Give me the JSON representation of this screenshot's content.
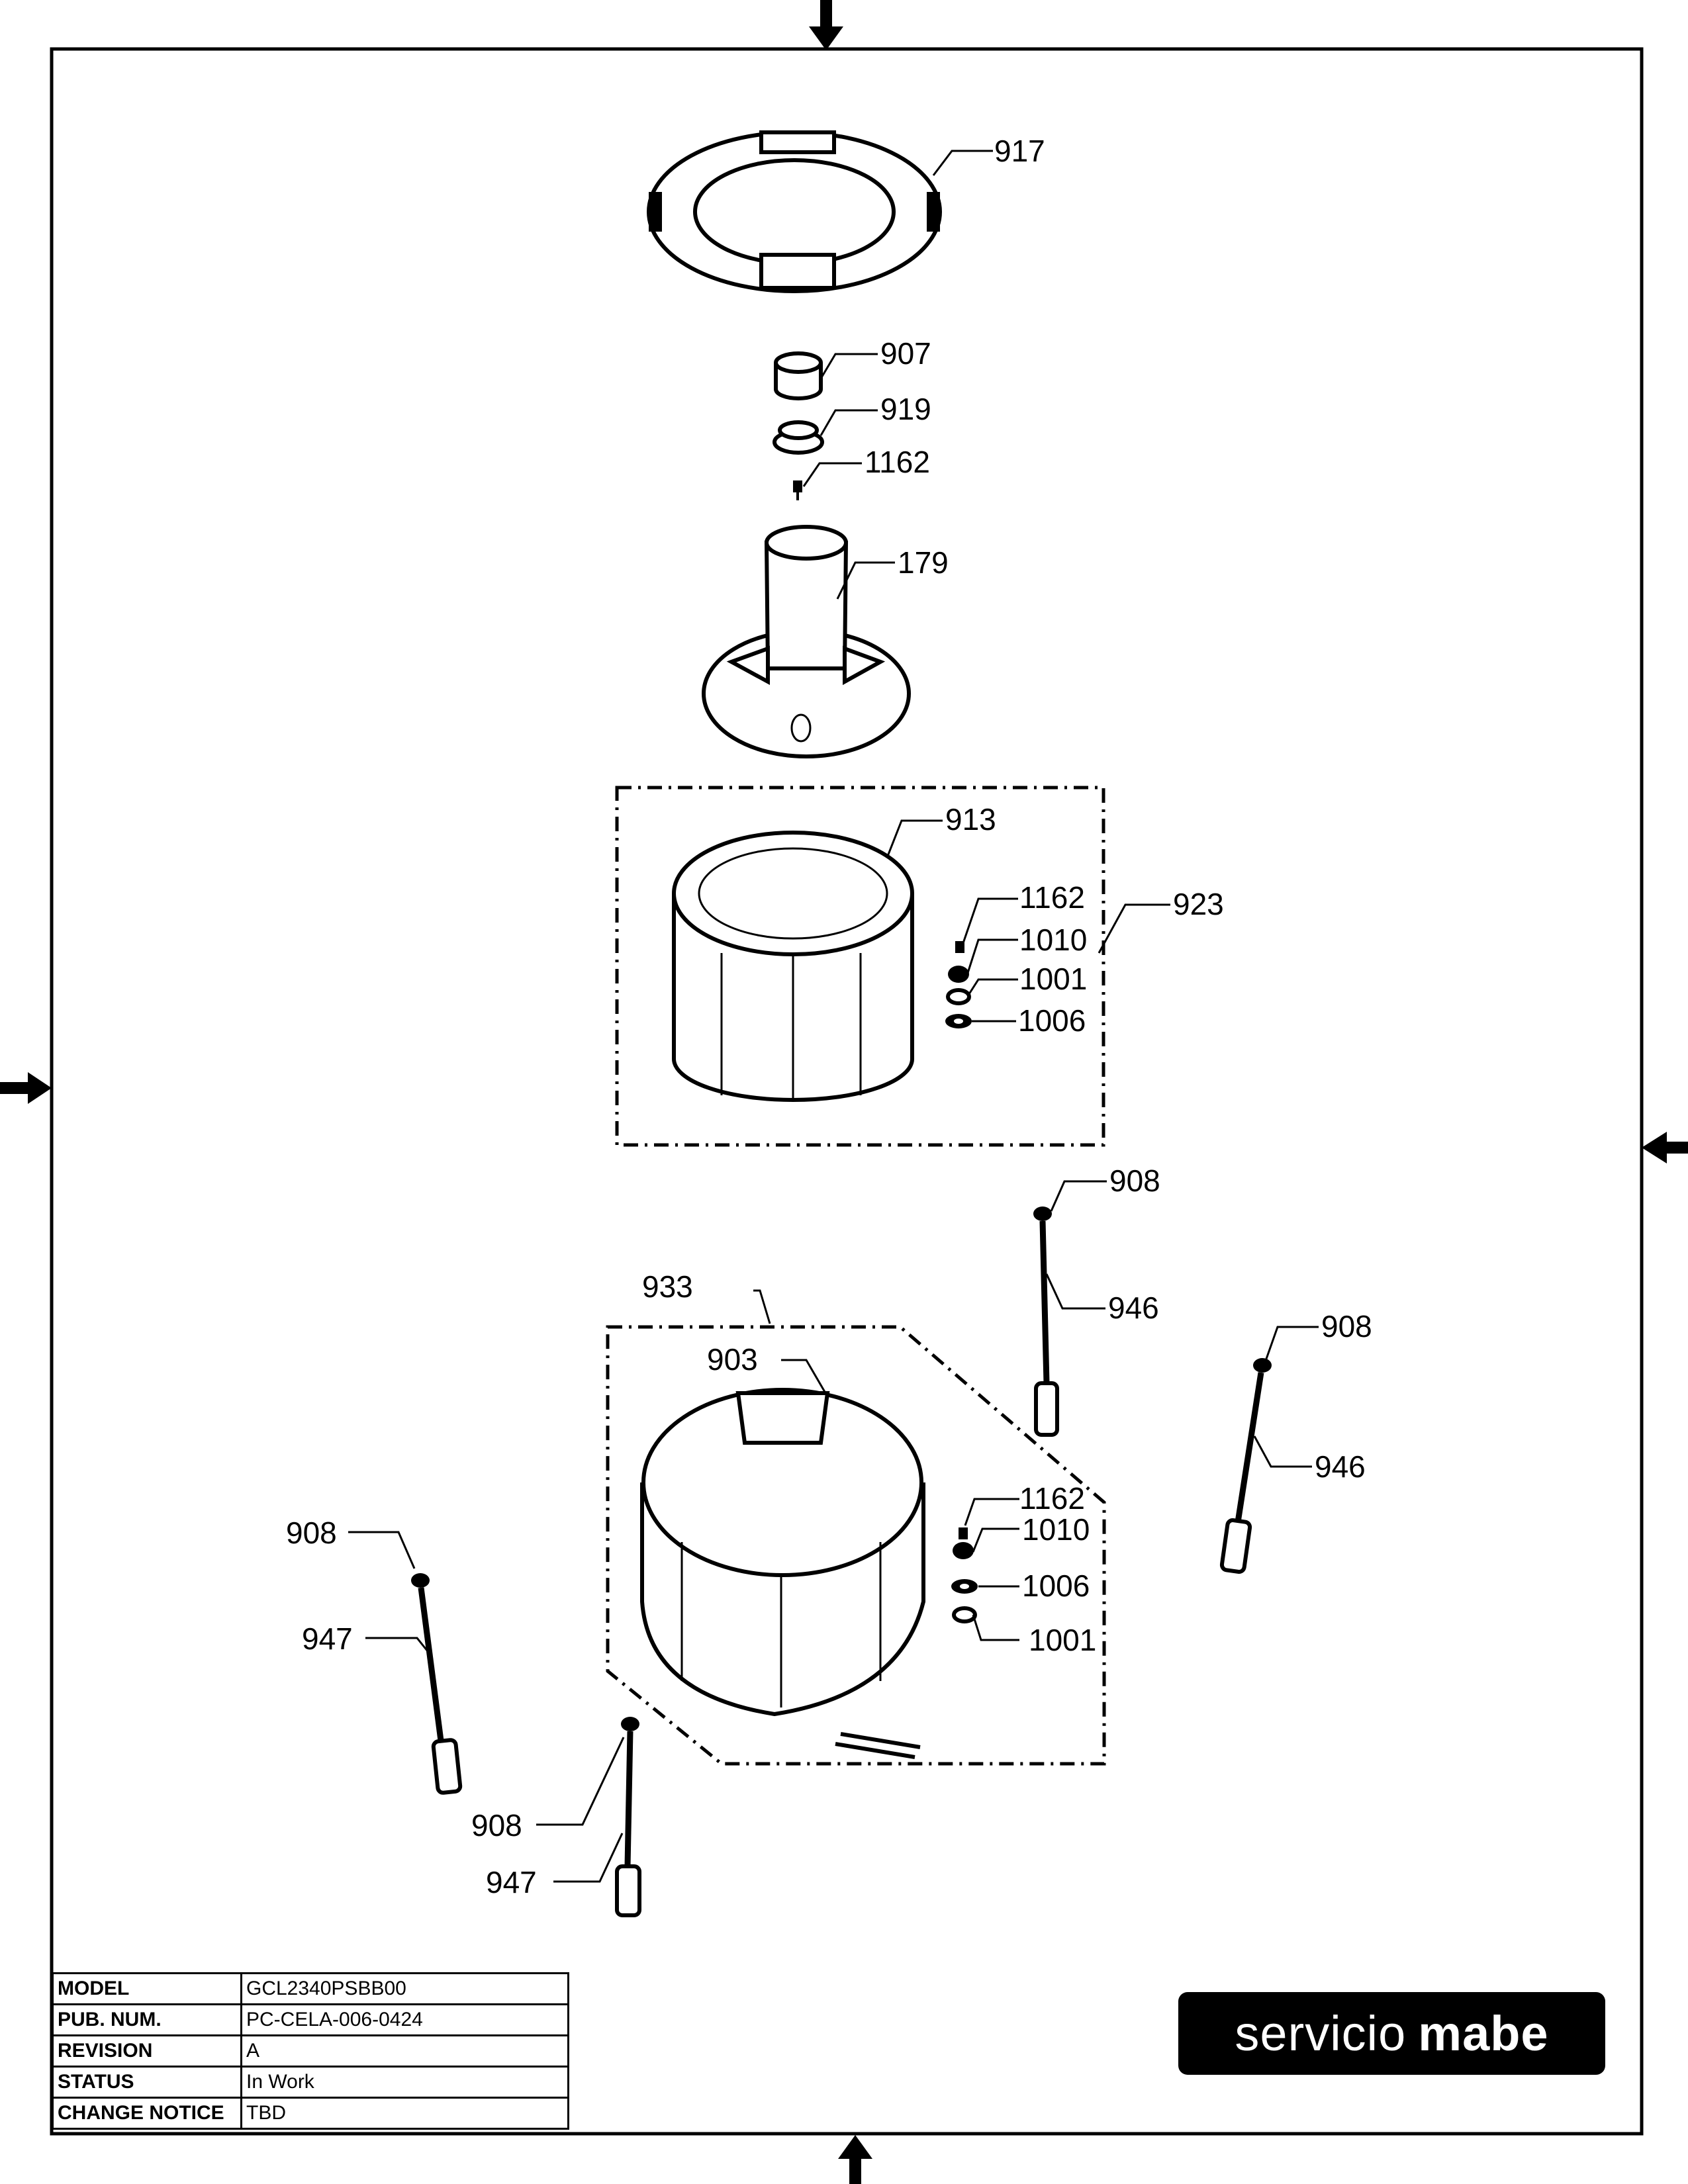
{
  "diagram": {
    "callouts": {
      "p917": "917",
      "p907": "907",
      "p919": "919",
      "p1162a": "1162",
      "p179": "179",
      "p913": "913",
      "p1162b": "1162",
      "p1010a": "1010",
      "p923": "923",
      "p1001a": "1001",
      "p1006a": "1006",
      "p908a": "908",
      "p946a": "946",
      "p933": "933",
      "p903": "903",
      "p908b": "908",
      "p946b": "946",
      "p1162c": "1162",
      "p1010b": "1010",
      "p1006b": "1006",
      "p1001b": "1001",
      "p908c": "908",
      "p947a": "947",
      "p908d": "908",
      "p947b": "947"
    }
  },
  "title_block": {
    "rows": [
      {
        "key": "MODEL",
        "value": "GCL2340PSBB00"
      },
      {
        "key": "PUB. NUM.",
        "value": "PC-CELA-006-0424"
      },
      {
        "key": "REVISION",
        "value": "A"
      },
      {
        "key": "STATUS",
        "value": "In Work"
      },
      {
        "key": "CHANGE NOTICE",
        "value": "TBD"
      }
    ]
  },
  "logo": {
    "light": "servicio",
    "bold": "mabe"
  }
}
